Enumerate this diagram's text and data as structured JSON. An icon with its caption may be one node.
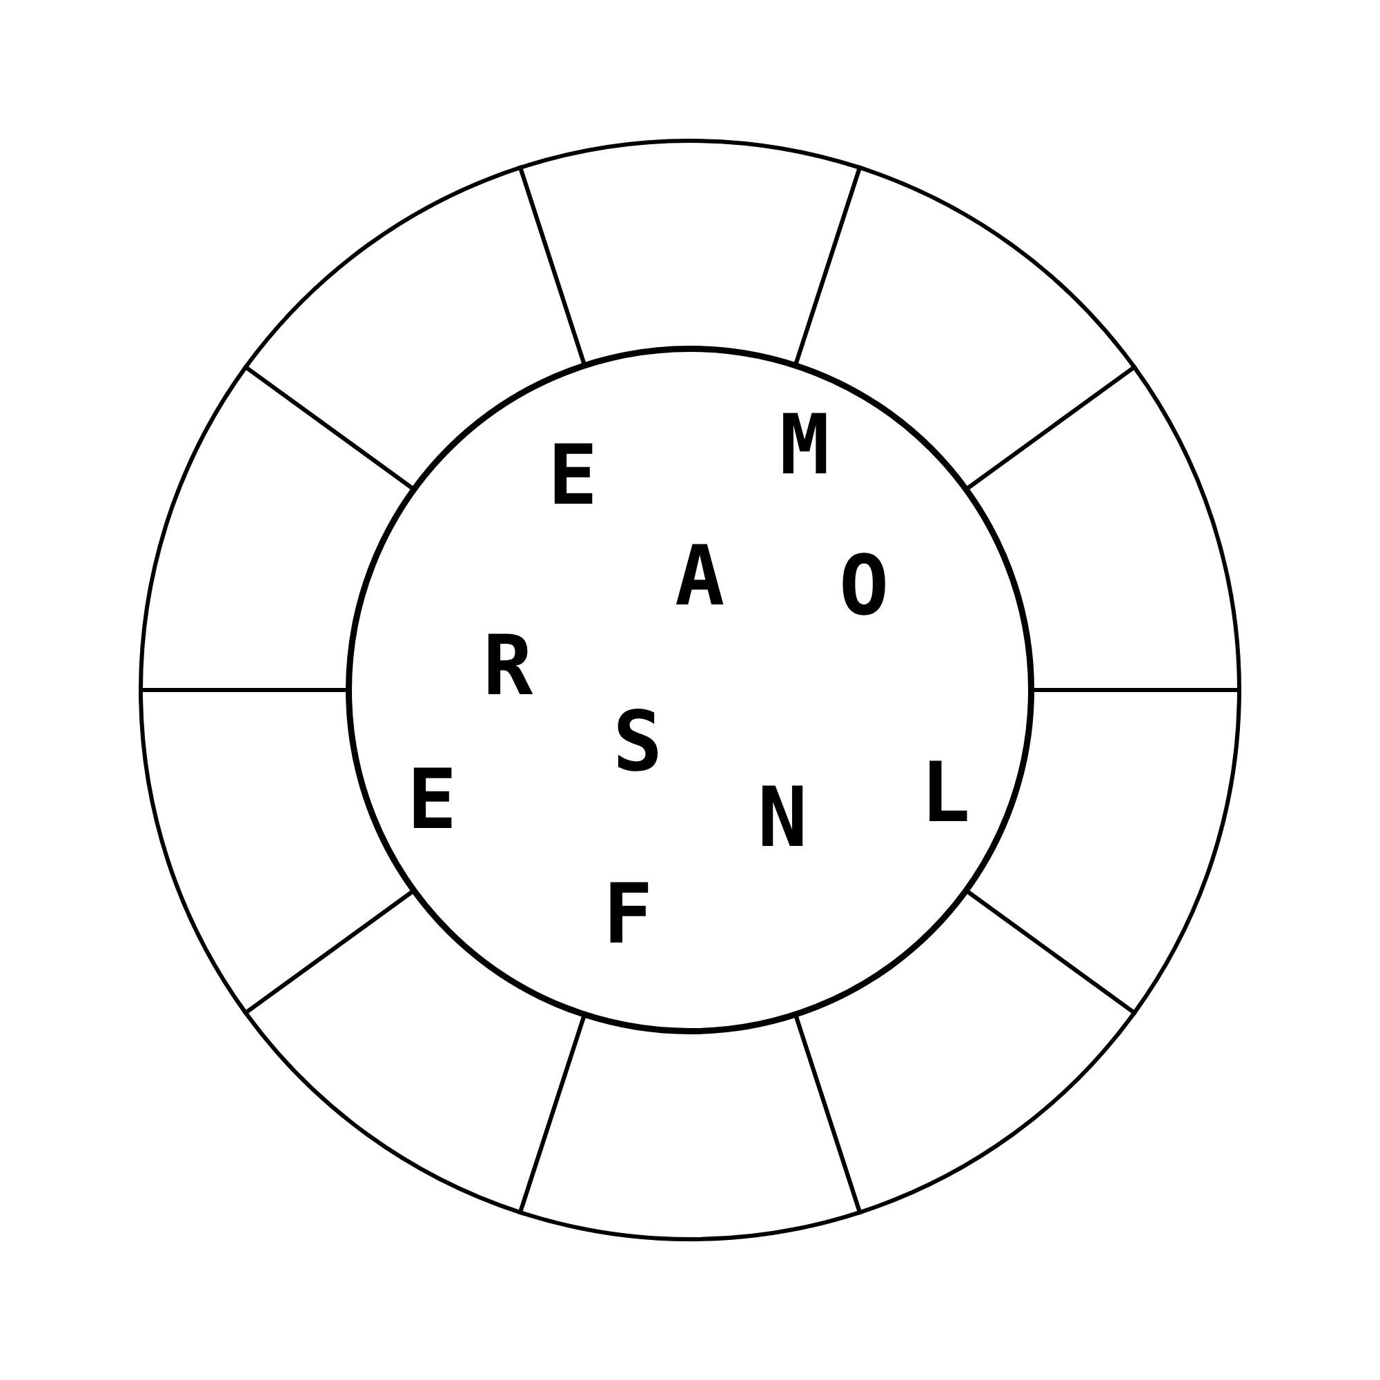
{
  "diagram": {
    "nodes": [
      {
        "text": [],
        "shape": "segment"
      },
      {
        "text": [],
        "shape": "segment"
      },
      {
        "text": [],
        "shape": "segment"
      },
      {
        "text": [],
        "shape": "segment"
      },
      {
        "text": [],
        "shape": "segment"
      },
      {
        "text": [
          "M",
          "E",
          "A",
          "O",
          "R",
          "S",
          "E",
          "N",
          "L",
          "F"
        ]
      },
      {
        "text": [],
        "shape": "segment"
      },
      {
        "text": [],
        "shape": "segment"
      },
      {
        "text": [],
        "shape": "segment"
      },
      {
        "text": [],
        "shape": "segment"
      },
      {
        "text": [],
        "shape": "segment"
      }
    ]
  }
}
